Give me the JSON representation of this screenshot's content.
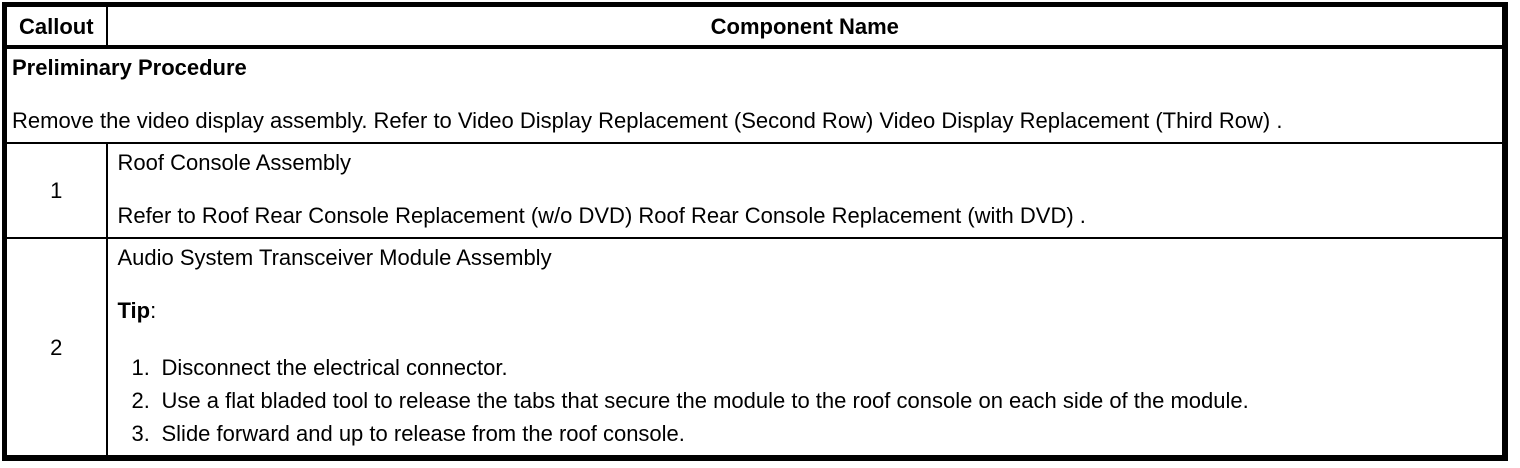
{
  "colors": {
    "border": "#000000",
    "text": "#000000",
    "background": "#ffffff"
  },
  "table": {
    "header": {
      "callout": "Callout",
      "component": "Component Name"
    },
    "preliminary": {
      "title": "Preliminary Procedure",
      "text": "Remove the video display assembly. Refer to Video Display Replacement (Second Row) Video Display Replacement (Third Row) ."
    },
    "rows": [
      {
        "callout": "1",
        "name": "Roof Console Assembly",
        "text": "Refer to Roof Rear Console Replacement (w/o DVD) Roof Rear Console Replacement (with DVD) ."
      },
      {
        "callout": "2",
        "name": "Audio System Transceiver Module Assembly",
        "tip_word": "Tip",
        "tip_colon": ":",
        "steps": [
          {
            "num": "1.",
            "text": "Disconnect the electrical connector."
          },
          {
            "num": "2.",
            "text": "Use a flat bladed tool to release the tabs that secure the module to the roof console on each side of the module."
          },
          {
            "num": "3.",
            "text": "Slide forward and up to release from the roof console."
          }
        ]
      }
    ]
  }
}
